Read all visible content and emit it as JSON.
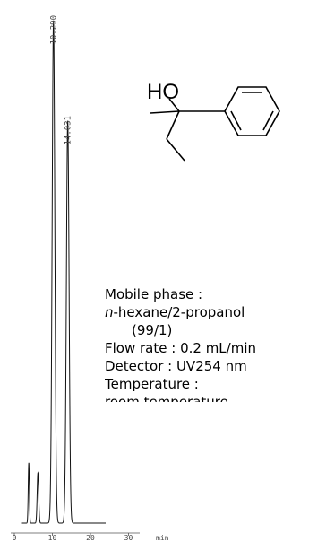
{
  "chart_data": {
    "type": "line",
    "title": "",
    "xlabel": "min",
    "ylabel": "",
    "xlim": [
      0,
      32
    ],
    "x_ticks": [
      {
        "value": 0,
        "label": "0"
      },
      {
        "value": 10,
        "label": "10"
      },
      {
        "value": 20,
        "label": "20"
      },
      {
        "value": 30,
        "label": "30"
      }
    ],
    "peaks": [
      {
        "retention_time": 10.29,
        "label": "10.290",
        "relative_height": 1.0
      },
      {
        "retention_time": 14.031,
        "label": "14.031",
        "relative_height": 0.8
      }
    ],
    "grid": false
  },
  "molecule": {
    "name": "2-phenyl-2-butanol",
    "hydroxyl_label": "HO"
  },
  "conditions": {
    "mobile_phase_label": "Mobile phase :",
    "mobile_phase_italic": "n",
    "mobile_phase_value": "-hexane/2-propanol",
    "mobile_phase_ratio": "(99/1)",
    "flow_rate": "Flow rate : 0.2 mL/min",
    "detector": "Detector : UV254 nm",
    "temperature_label": "Temperature :",
    "temperature_value": "room temperature"
  }
}
